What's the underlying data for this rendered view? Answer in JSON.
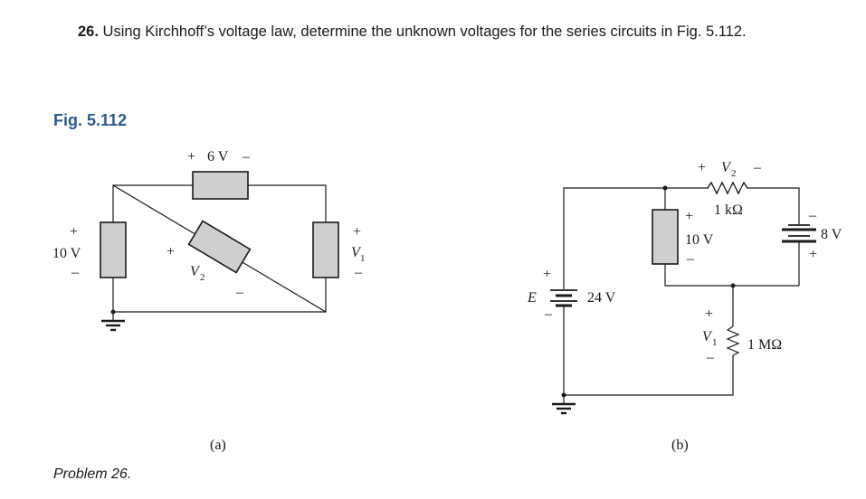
{
  "problem": {
    "number": "26.",
    "text": "Using Kirchhoff’s voltage law, determine the unknown voltages for the series circuits in Fig. 5.112."
  },
  "figure": {
    "label": "Fig. 5.112",
    "footer": "Problem 26."
  },
  "circuit_a": {
    "caption": "(a)",
    "top_plus": "+",
    "top_value": "6 V",
    "top_minus": "–",
    "left_plus": "+",
    "left_value": "10 V",
    "left_minus": "–",
    "v2_plus": "+",
    "v2_var": "V",
    "v2_sub": "2",
    "v2_minus": "–",
    "v1_plus": "+",
    "v1_var": "V",
    "v1_sub": "1",
    "v1_minus": "–"
  },
  "circuit_b": {
    "caption": "(b)",
    "source_name": "E",
    "source_value": "24 V",
    "source_plus": "+",
    "source_minus": "–",
    "v2_plus": "+",
    "v2_var": "V",
    "v2_sub": "2",
    "v2_minus": "–",
    "r1_value": "1 kΩ",
    "mid_plus": "+",
    "mid_value": "10 V",
    "mid_minus": "–",
    "batt_minus": "–",
    "batt_value": "8 V",
    "batt_plus": "+",
    "v1_plus": "+",
    "v1_var": "V",
    "v1_sub": "1",
    "v1_minus": "–",
    "r2_value": "1 MΩ"
  }
}
